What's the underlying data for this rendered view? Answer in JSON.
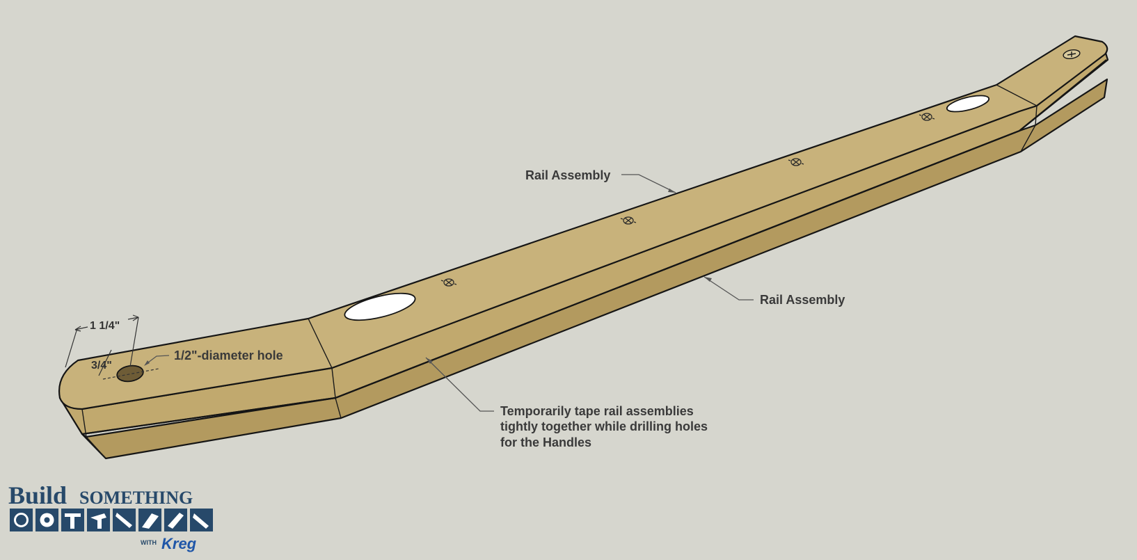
{
  "labels": {
    "rail_top": "Rail Assembly",
    "rail_bottom": "Rail Assembly",
    "hole": "1/2\"-diameter hole",
    "dim_width": "1 1/4\"",
    "dim_offset": "3/4\"",
    "note_line1": "Temporarily tape rail assemblies",
    "note_line2": "tightly together while drilling holes",
    "note_line3": "for the Handles"
  },
  "logo": {
    "word1": "Build",
    "word2": "SOMETHING",
    "with": "WITH",
    "brand": "Kreg"
  },
  "colors": {
    "background": "#d6d6ce",
    "wood_top": "#c9b27a",
    "wood_side": "#bfa76c",
    "wood_lower": "#b49b60",
    "logo_blue": "#27496a",
    "kreg_blue": "#1f56a8"
  }
}
